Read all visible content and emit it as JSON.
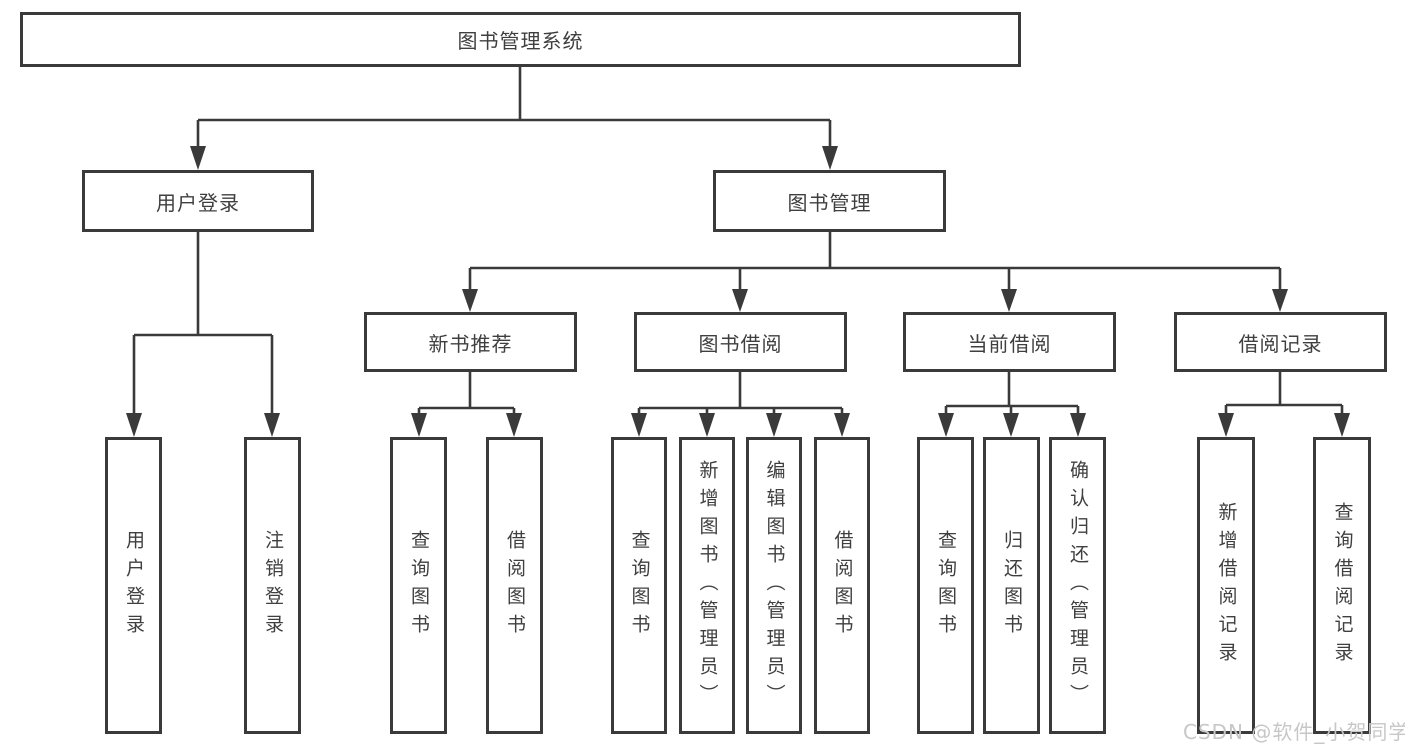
{
  "diagram": {
    "type": "hierarchy-tree",
    "root": "图书管理系统",
    "children": [
      {
        "label": "用户登录",
        "children": [
          "用户登录",
          "注销登录"
        ]
      },
      {
        "label": "图书管理",
        "children": [
          {
            "label": "新书推荐",
            "children": [
              "查询图书",
              "借阅图书"
            ]
          },
          {
            "label": "图书借阅",
            "children": [
              "查询图书",
              "新增图书（管理员）",
              "编辑图书（管理员）",
              "借阅图书"
            ]
          },
          {
            "label": "当前借阅",
            "children": [
              "查询图书",
              "归还图书",
              "确认归还（管理员）"
            ]
          },
          {
            "label": "借阅记录",
            "children": [
              "新增借阅记录",
              "查询借阅记录"
            ]
          }
        ]
      }
    ]
  },
  "watermark": "CSDN @软件_小贺同学",
  "colors": {
    "line": "#3a3a3a",
    "text": "#3f3f3f",
    "watermark": "#c7c7c7"
  }
}
